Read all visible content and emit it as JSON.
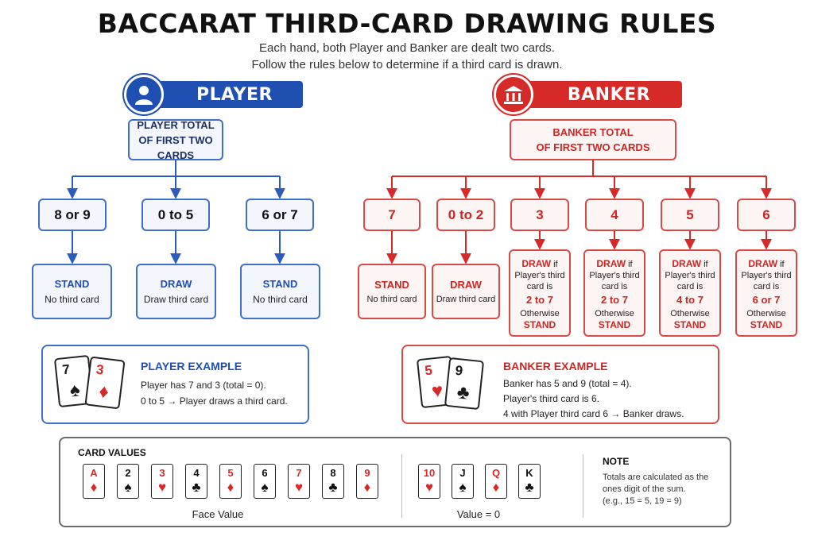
{
  "header": {
    "title": "BACCARAT THIRD-CARD DRAWING RULES",
    "subtitle_1": "Each hand, both Player and Banker are dealt two cards.",
    "subtitle_2": "Follow the rules below to determine if a third card is drawn."
  },
  "colors": {
    "player": "#1f4fb0",
    "banker": "#d52a28"
  },
  "player": {
    "label": "PLAYER",
    "icon": "person-icon",
    "total_line_1": "PLAYER TOTAL",
    "total_line_2": "OF FIRST TWO CARDS",
    "branches": [
      {
        "value": "8 or 9",
        "action": "STAND",
        "detail": "No third card"
      },
      {
        "value": "0 to 5",
        "action": "DRAW",
        "detail": "Draw third card"
      },
      {
        "value": "6 or 7",
        "action": "STAND",
        "detail": "No third card"
      }
    ]
  },
  "banker": {
    "label": "BANKER",
    "icon": "bank-icon",
    "total_line_1": "BANKER TOTAL",
    "total_line_2": "OF FIRST TWO CARDS",
    "simple_branches": [
      {
        "value": "7",
        "action": "STAND",
        "detail": "No third card"
      },
      {
        "value": "0 to 2",
        "action": "DRAW",
        "detail": "Draw third card"
      }
    ],
    "conditional_branches": [
      {
        "value": "3",
        "draw": "DRAW",
        "if": " if",
        "line_1": "Player's third",
        "line_2": "card is",
        "range": "2 to 7",
        "otherwise": "Otherwise",
        "stand": "STAND"
      },
      {
        "value": "4",
        "draw": "DRAW",
        "if": " if",
        "line_1": "Player's third",
        "line_2": "card is",
        "range": "2 to 7",
        "otherwise": "Otherwise",
        "stand": "STAND"
      },
      {
        "value": "5",
        "draw": "DRAW",
        "if": " if",
        "line_1": "Player's third",
        "line_2": "card is",
        "range": "4 to 7",
        "otherwise": "Otherwise",
        "stand": "STAND"
      },
      {
        "value": "6",
        "draw": "DRAW",
        "if": " if",
        "line_1": "Player's third",
        "line_2": "card is",
        "range": "6 or 7",
        "otherwise": "Otherwise",
        "stand": "STAND"
      }
    ]
  },
  "player_example": {
    "title": "PLAYER EXAMPLE",
    "line_1": "Player has 7 and 3 (total = 0).",
    "line_2": "0 to 5 → Player draws a third card.",
    "cards": [
      {
        "rank": "7",
        "suit": "♠",
        "color": "#111111"
      },
      {
        "rank": "3",
        "suit": "♦",
        "color": "#d52a28"
      }
    ]
  },
  "banker_example": {
    "title": "BANKER EXAMPLE",
    "line_1": "Banker has 5 and 9 (total = 4).",
    "line_2": "Player's third card is 6.",
    "line_3": "4 with Player third card 6 → Banker draws.",
    "cards": [
      {
        "rank": "5",
        "suit": "♥",
        "color": "#d52a28"
      },
      {
        "rank": "9",
        "suit": "♣",
        "color": "#111111"
      }
    ]
  },
  "card_values": {
    "heading": "CARD VALUES",
    "face_cards": [
      {
        "rank": "A",
        "suit": "♦",
        "color": "#d52a28"
      },
      {
        "rank": "2",
        "suit": "♠",
        "color": "#111111"
      },
      {
        "rank": "3",
        "suit": "♥",
        "color": "#d52a28"
      },
      {
        "rank": "4",
        "suit": "♣",
        "color": "#111111"
      },
      {
        "rank": "5",
        "suit": "♦",
        "color": "#d52a28"
      },
      {
        "rank": "6",
        "suit": "♠",
        "color": "#111111"
      },
      {
        "rank": "7",
        "suit": "♥",
        "color": "#d52a28"
      },
      {
        "rank": "8",
        "suit": "♣",
        "color": "#111111"
      },
      {
        "rank": "9",
        "suit": "♦",
        "color": "#d52a28"
      }
    ],
    "face_caption": "Face Value",
    "zero_cards": [
      {
        "rank": "10",
        "suit": "♥",
        "color": "#d52a28"
      },
      {
        "rank": "J",
        "suit": "♠",
        "color": "#111111"
      },
      {
        "rank": "Q",
        "suit": "♦",
        "color": "#d52a28"
      },
      {
        "rank": "K",
        "suit": "♣",
        "color": "#111111"
      }
    ],
    "zero_caption": "Value = 0",
    "note_heading": "NOTE",
    "note_line_1": "Totals are calculated as the",
    "note_line_2": "ones digit of the sum.",
    "note_line_3": "(e.g., 15 = 5, 19 = 9)"
  }
}
